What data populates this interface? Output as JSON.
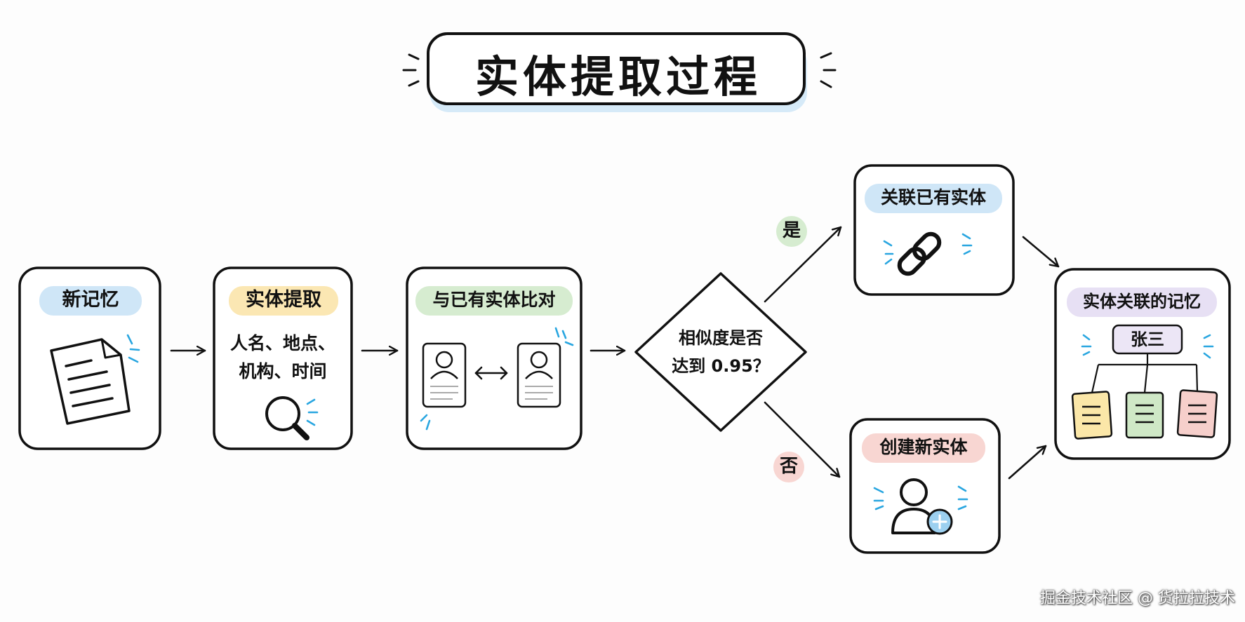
{
  "title": "实体提取过程",
  "nodes": {
    "new_memory": {
      "label": "新记忆"
    },
    "extract": {
      "label": "实体提取",
      "text_line1": "人名、地点、",
      "text_line2": "机构、时间"
    },
    "compare": {
      "label": "与已有实体比对"
    },
    "decision": {
      "line1": "相似度是否",
      "line2": "达到 0.95？"
    },
    "link_existing": {
      "label": "关联已有实体"
    },
    "create_new": {
      "label": "创建新实体"
    },
    "result": {
      "label": "实体关联的记忆",
      "root": "张三"
    }
  },
  "branches": {
    "yes": "是",
    "no": "否"
  },
  "watermark": "掘金技术社区 @ 货拉拉技术",
  "colors": {
    "blue_highlight": "#cfe6f7",
    "yellow_highlight": "#fbe7b3",
    "green_highlight": "#d6ecd0",
    "red_highlight": "#f8d6d2",
    "purple_highlight": "#e7e0f4",
    "accent_cyan": "#29a6e0",
    "stroke": "#111111"
  }
}
